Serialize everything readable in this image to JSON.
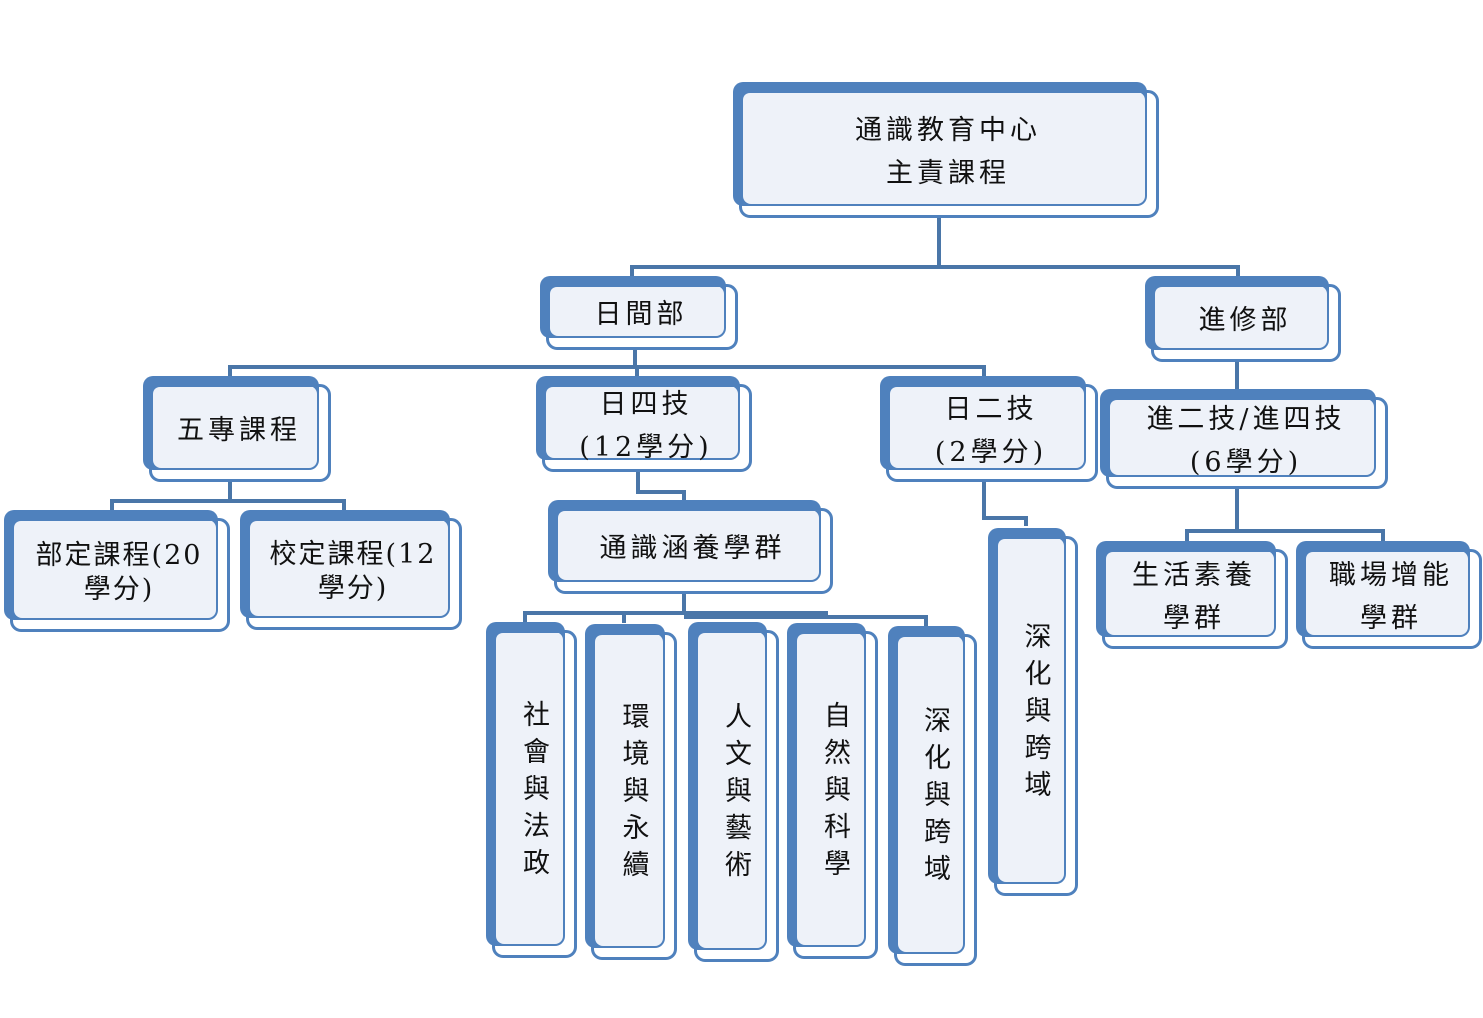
{
  "diagram": {
    "title": "通識教育中心主責課程",
    "colors": {
      "accent": "#4f81bd",
      "fill": "#eef2f9",
      "connector": "#4a76a8"
    },
    "nodes": [
      {
        "id": "root",
        "label": "通識教育中心\n主責課程",
        "parent": null
      },
      {
        "id": "day",
        "label": "日間部",
        "parent": "root"
      },
      {
        "id": "evening",
        "label": "進修部",
        "parent": "root"
      },
      {
        "id": "five-year",
        "label": "五專課程",
        "parent": "day"
      },
      {
        "id": "day-4yr",
        "label": "日四技\n(12學分)",
        "parent": "day"
      },
      {
        "id": "day-2yr",
        "label": "日二技\n(2學分)",
        "parent": "day"
      },
      {
        "id": "ministry",
        "label": "部定課程(20\n學分)",
        "parent": "five-year"
      },
      {
        "id": "school",
        "label": "校定課程(12\n學分)",
        "parent": "five-year"
      },
      {
        "id": "gen-ed-group",
        "label": "通識涵養學群",
        "parent": "day-4yr"
      },
      {
        "id": "society-law",
        "label": "社會與法政",
        "parent": "gen-ed-group"
      },
      {
        "id": "env-sustain",
        "label": "環境與永續",
        "parent": "gen-ed-group"
      },
      {
        "id": "humanities-arts",
        "label": "人文與藝術",
        "parent": "gen-ed-group"
      },
      {
        "id": "nature-science",
        "label": "自然與科學",
        "parent": "gen-ed-group"
      },
      {
        "id": "deep-cross-4yr",
        "label": "深化與跨域",
        "parent": "gen-ed-group"
      },
      {
        "id": "deep-cross-2yr",
        "label": "深化與跨域",
        "parent": "day-2yr"
      },
      {
        "id": "eve-2-4yr",
        "label": "進二技/進四技\n(6學分)",
        "parent": "evening"
      },
      {
        "id": "life-literacy",
        "label": "生活素養\n學群",
        "parent": "eve-2-4yr"
      },
      {
        "id": "career-boost",
        "label": "職場增能\n學群",
        "parent": "eve-2-4yr"
      }
    ]
  }
}
